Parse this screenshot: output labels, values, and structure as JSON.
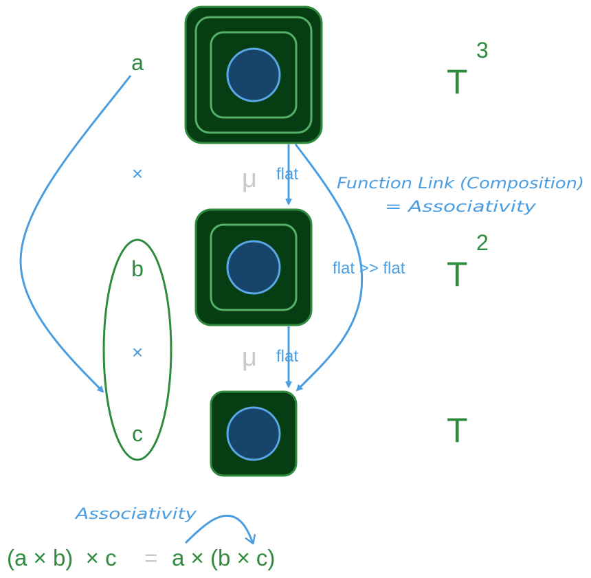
{
  "colors": {
    "green_text": "#2e8b3e",
    "box_fill": "#063d13",
    "box_stroke": "#2e8b3e",
    "inner_stroke": "#55b068",
    "dot_fill": "#17446b",
    "dot_stroke": "#5aa8e6",
    "arrow_blue": "#4a9de0",
    "mu_gray": "#c8c8c8"
  },
  "left_column": {
    "a": "a",
    "times_1": "×",
    "b": "b",
    "times_2": "×",
    "c": "c"
  },
  "center": {
    "mu_1": "μ",
    "mu_2": "μ",
    "flat_1": "flat",
    "flat_2": "flat",
    "flat_flat": "flat >> flat"
  },
  "annotation": {
    "line1": "Function Link (Composition)",
    "line2": "=  Associativity"
  },
  "right_column": {
    "t3_base": "T",
    "t3_exp": "3",
    "t2_base": "T",
    "t2_exp": "2",
    "t1_base": "T"
  },
  "bottom": {
    "assoc_label": "Associativity",
    "lhs": "(a × b)  × c",
    "eq": "=",
    "rhs": "a × (b × c)"
  }
}
